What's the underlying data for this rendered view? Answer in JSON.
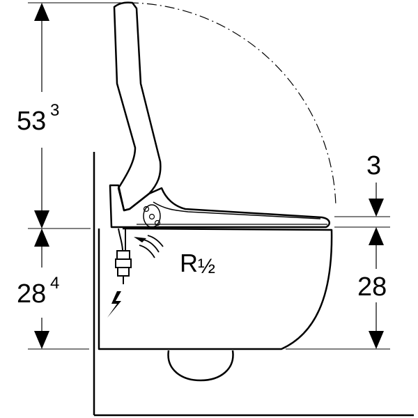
{
  "dimensions": {
    "lid_height": {
      "main": "53",
      "sup": "3"
    },
    "bowl_height_left": {
      "main": "28",
      "sup": "4"
    },
    "seat_gap": "3",
    "bowl_height_right": "28"
  },
  "labels": {
    "water_connection": {
      "main": "R",
      "fraction": "½"
    }
  },
  "icons": {
    "power": "electric-bolt-icon",
    "water": "water-inlet-icon",
    "connector": "power-connector-icon",
    "control": "control-buttons-icon"
  },
  "colors": {
    "stroke": "#000000",
    "background": "#ffffff"
  }
}
